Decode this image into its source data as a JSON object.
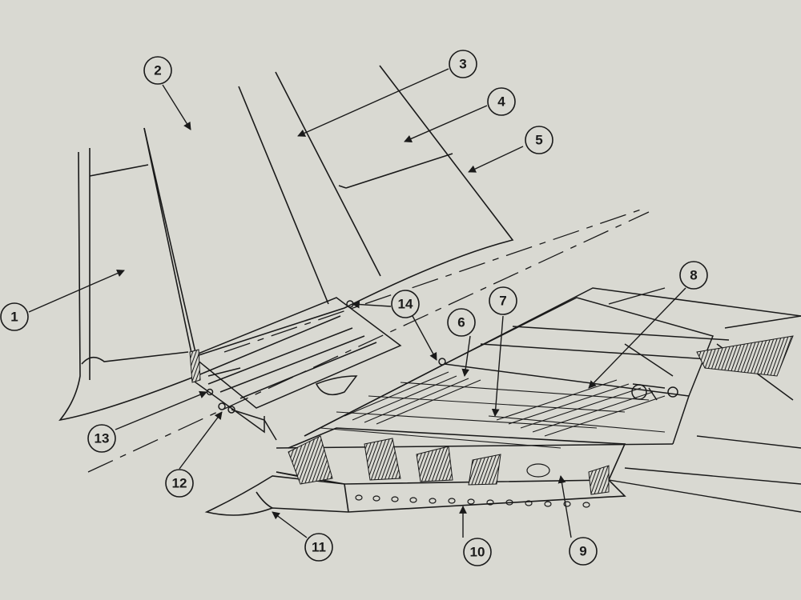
{
  "diagram": {
    "callouts": [
      {
        "id": "c1",
        "label": "1"
      },
      {
        "id": "c2",
        "label": "2"
      },
      {
        "id": "c3",
        "label": "3"
      },
      {
        "id": "c4",
        "label": "4"
      },
      {
        "id": "c5",
        "label": "5"
      },
      {
        "id": "c6",
        "label": "6"
      },
      {
        "id": "c7",
        "label": "7"
      },
      {
        "id": "c8",
        "label": "8"
      },
      {
        "id": "c9",
        "label": "9"
      },
      {
        "id": "c10",
        "label": "10"
      },
      {
        "id": "c11",
        "label": "11"
      },
      {
        "id": "c12",
        "label": "12"
      },
      {
        "id": "c13",
        "label": "13"
      },
      {
        "id": "c14",
        "label": "14"
      }
    ]
  },
  "colors": {
    "paper": "#d9d9d2",
    "ink": "#1a1a1a",
    "hatch": "#2a2a2a"
  }
}
